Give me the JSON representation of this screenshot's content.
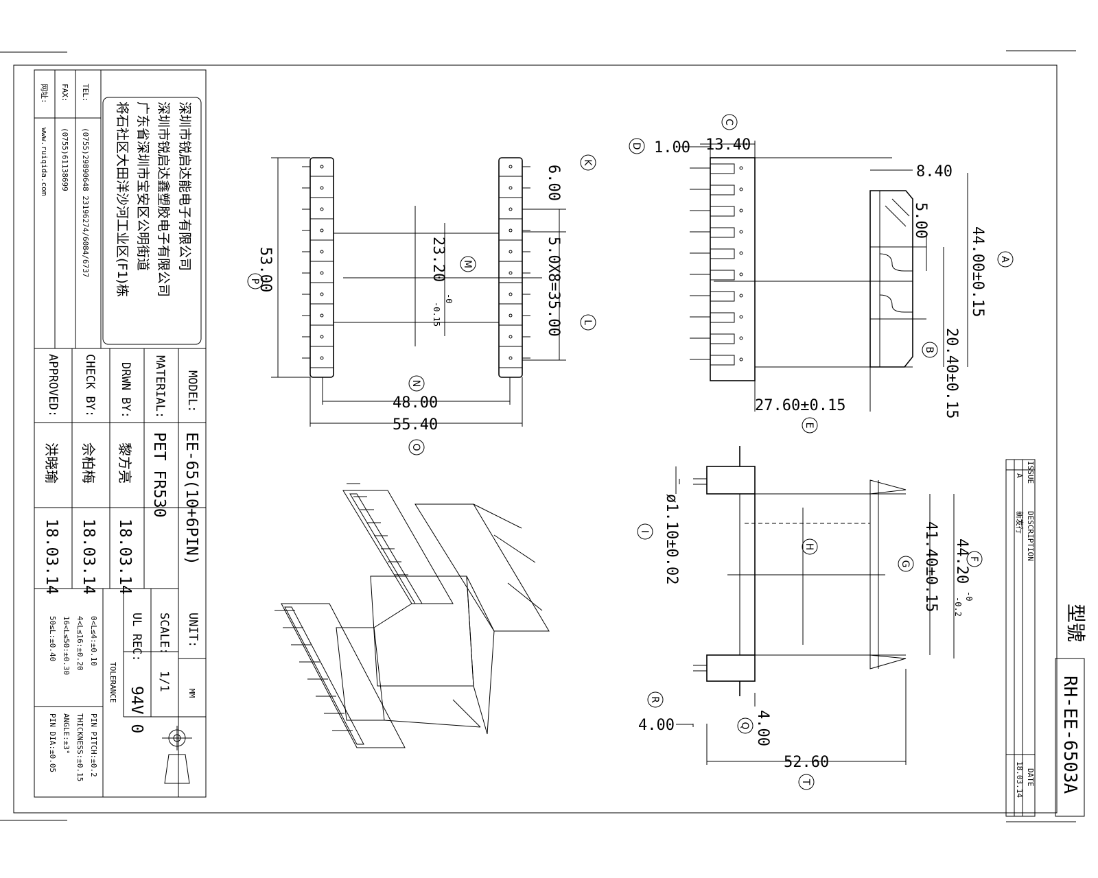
{
  "company": {
    "name_sz": "深圳市锐启达能电子有限公司",
    "name_dg": "深圳市锐启达鑫塑胶电子有限公司",
    "addr1": "广东省深圳市宝安区公明街道",
    "addr2": "将石社区大田洋沙河工业区(F1)栋",
    "tel_label": "TEL:",
    "tel": "(0755)29890648  23196274/6084/6737",
    "fax_label": "FAX:",
    "fax": "(0755)61138699",
    "web_label": "网址:",
    "web": "www.ruiqida.com"
  },
  "titleblock": {
    "model_label": "MODEL:",
    "model": "EE-65(10+6PIN)",
    "material_label": "MATERIAL:",
    "material": "PET  FR530",
    "drawn_label": "DRWN BY:",
    "drawn": "黎方亮",
    "drawn_date": "18.03.14",
    "check_label": "CHECK BY:",
    "check": "佘柏梅",
    "check_date": "18.03.14",
    "approved_label": "APPROVED:",
    "approved": "洪晓瑜",
    "approved_date": "18.03.14",
    "unit_label": "UNIT:",
    "unit": "MM",
    "scale_label": "SCALE:",
    "scale": "1/1",
    "ul_label": "UL REC:",
    "ul": "94V 0",
    "tolerance_label": "TOLERANCE",
    "tol_range": [
      "0<L≤4:±0.10",
      "4<L≤16:±0.20",
      "16<L≤50:±0.30",
      "50≤L:±0.40"
    ],
    "tol_other": [
      "PIN PITCH:±0.2",
      "THICKNESS:±0.15",
      "ANGLE:±3°",
      "PIN DIA:±0.05"
    ]
  },
  "revision": {
    "issue_label": "ISSUE",
    "desc_label": "DESCRIPTION",
    "date_label": "DATE",
    "issue": "A",
    "desc": "新发行",
    "date": "18.03.14"
  },
  "part": {
    "label": "型號",
    "number": "RH-EE-6503A"
  },
  "dims": {
    "d53": "53.00",
    "d6": "6.00",
    "d5x8": "5.0X8=35.00",
    "d23_2": "23.20",
    "d23_2_tol_up": "-0",
    "d23_2_tol_dn": "-0.15",
    "d48": "48.00",
    "d55_4": "55.40",
    "d13_4": "13.40",
    "d1": "1.00",
    "d8_4": "8.40",
    "d5": "5.00",
    "d44": "44.00±0.15",
    "d20_4": "20.40±0.15",
    "d27_6": "27.60±0.15",
    "d1_1": "ø1.10±0.02",
    "d44_2": "44.20",
    "d44_2_tol_up": "-0",
    "d44_2_tol_dn": "-0.2",
    "d41_4": "41.40±0.15",
    "d4a": "4.00",
    "d4b": "4.00",
    "d52_6": "52.60"
  },
  "markers": {
    "A": "A",
    "B": "B",
    "C": "C",
    "D": "D",
    "E": "E",
    "F": "F",
    "G": "G",
    "H": "H",
    "I": "I",
    "K": "K",
    "L": "L",
    "M": "M",
    "N": "N",
    "O": "O",
    "P": "P",
    "Q": "Q",
    "R": "R",
    "T": "T"
  }
}
